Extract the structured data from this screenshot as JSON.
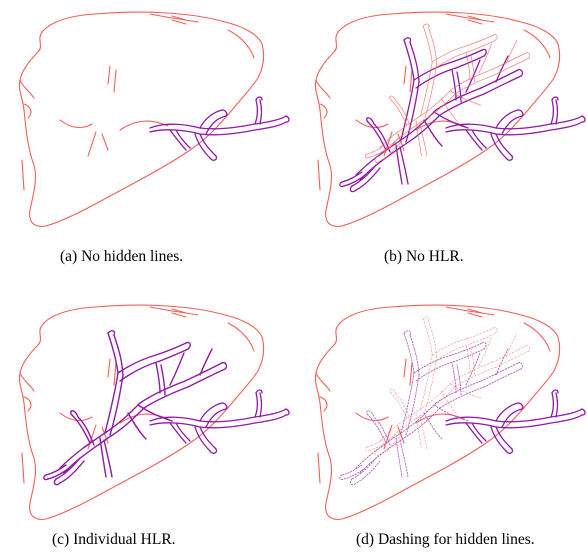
{
  "figure": {
    "captions": {
      "a": "(a)  No hidden lines.",
      "b": "(b)  No HLR.",
      "c": "(c)  Individual HLR.",
      "d": "(d)  Dashing for hidden lines."
    },
    "colors": {
      "liver_outline": "#f0605a",
      "vessel": "#8e1aa6",
      "background": "#ffffff"
    }
  }
}
